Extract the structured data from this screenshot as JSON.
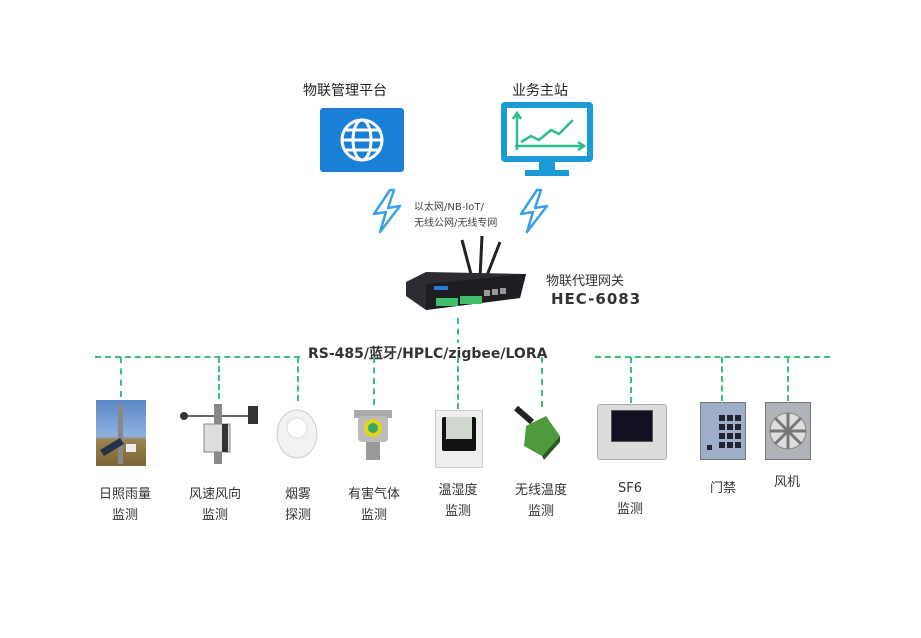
{
  "top": {
    "platform": {
      "label": "物联管理平台",
      "icon": "globe-icon",
      "color": "#1a7fd6"
    },
    "station": {
      "label": "业务主站",
      "icon": "monitor-chart-icon",
      "color": "#1a9ad6",
      "chart_color": "#2dbf8a"
    }
  },
  "network": {
    "line1": "以太网/NB-IoT/",
    "line2": "无线公网/无线专网",
    "bolt_color": "#3aa0e8"
  },
  "gateway": {
    "label": "物联代理网关",
    "model": "HEC-6083"
  },
  "bus": {
    "protocol": "RS-485/蓝牙/HPLC/zigbee/LORA",
    "line_color": "#3cbf7a"
  },
  "devices": [
    {
      "line1": "日照雨量",
      "line2": "监测"
    },
    {
      "line1": "风速风向",
      "line2": "监测"
    },
    {
      "line1": "烟雾",
      "line2": "探测"
    },
    {
      "line1": "有害气体",
      "line2": "监测"
    },
    {
      "line1": "温湿度",
      "line2": "监测"
    },
    {
      "line1": "无线温度",
      "line2": "监测"
    },
    {
      "line1": "SF6",
      "line2": "监测"
    },
    {
      "line1": "门禁",
      "line2": ""
    },
    {
      "line1": "风机",
      "line2": ""
    }
  ]
}
